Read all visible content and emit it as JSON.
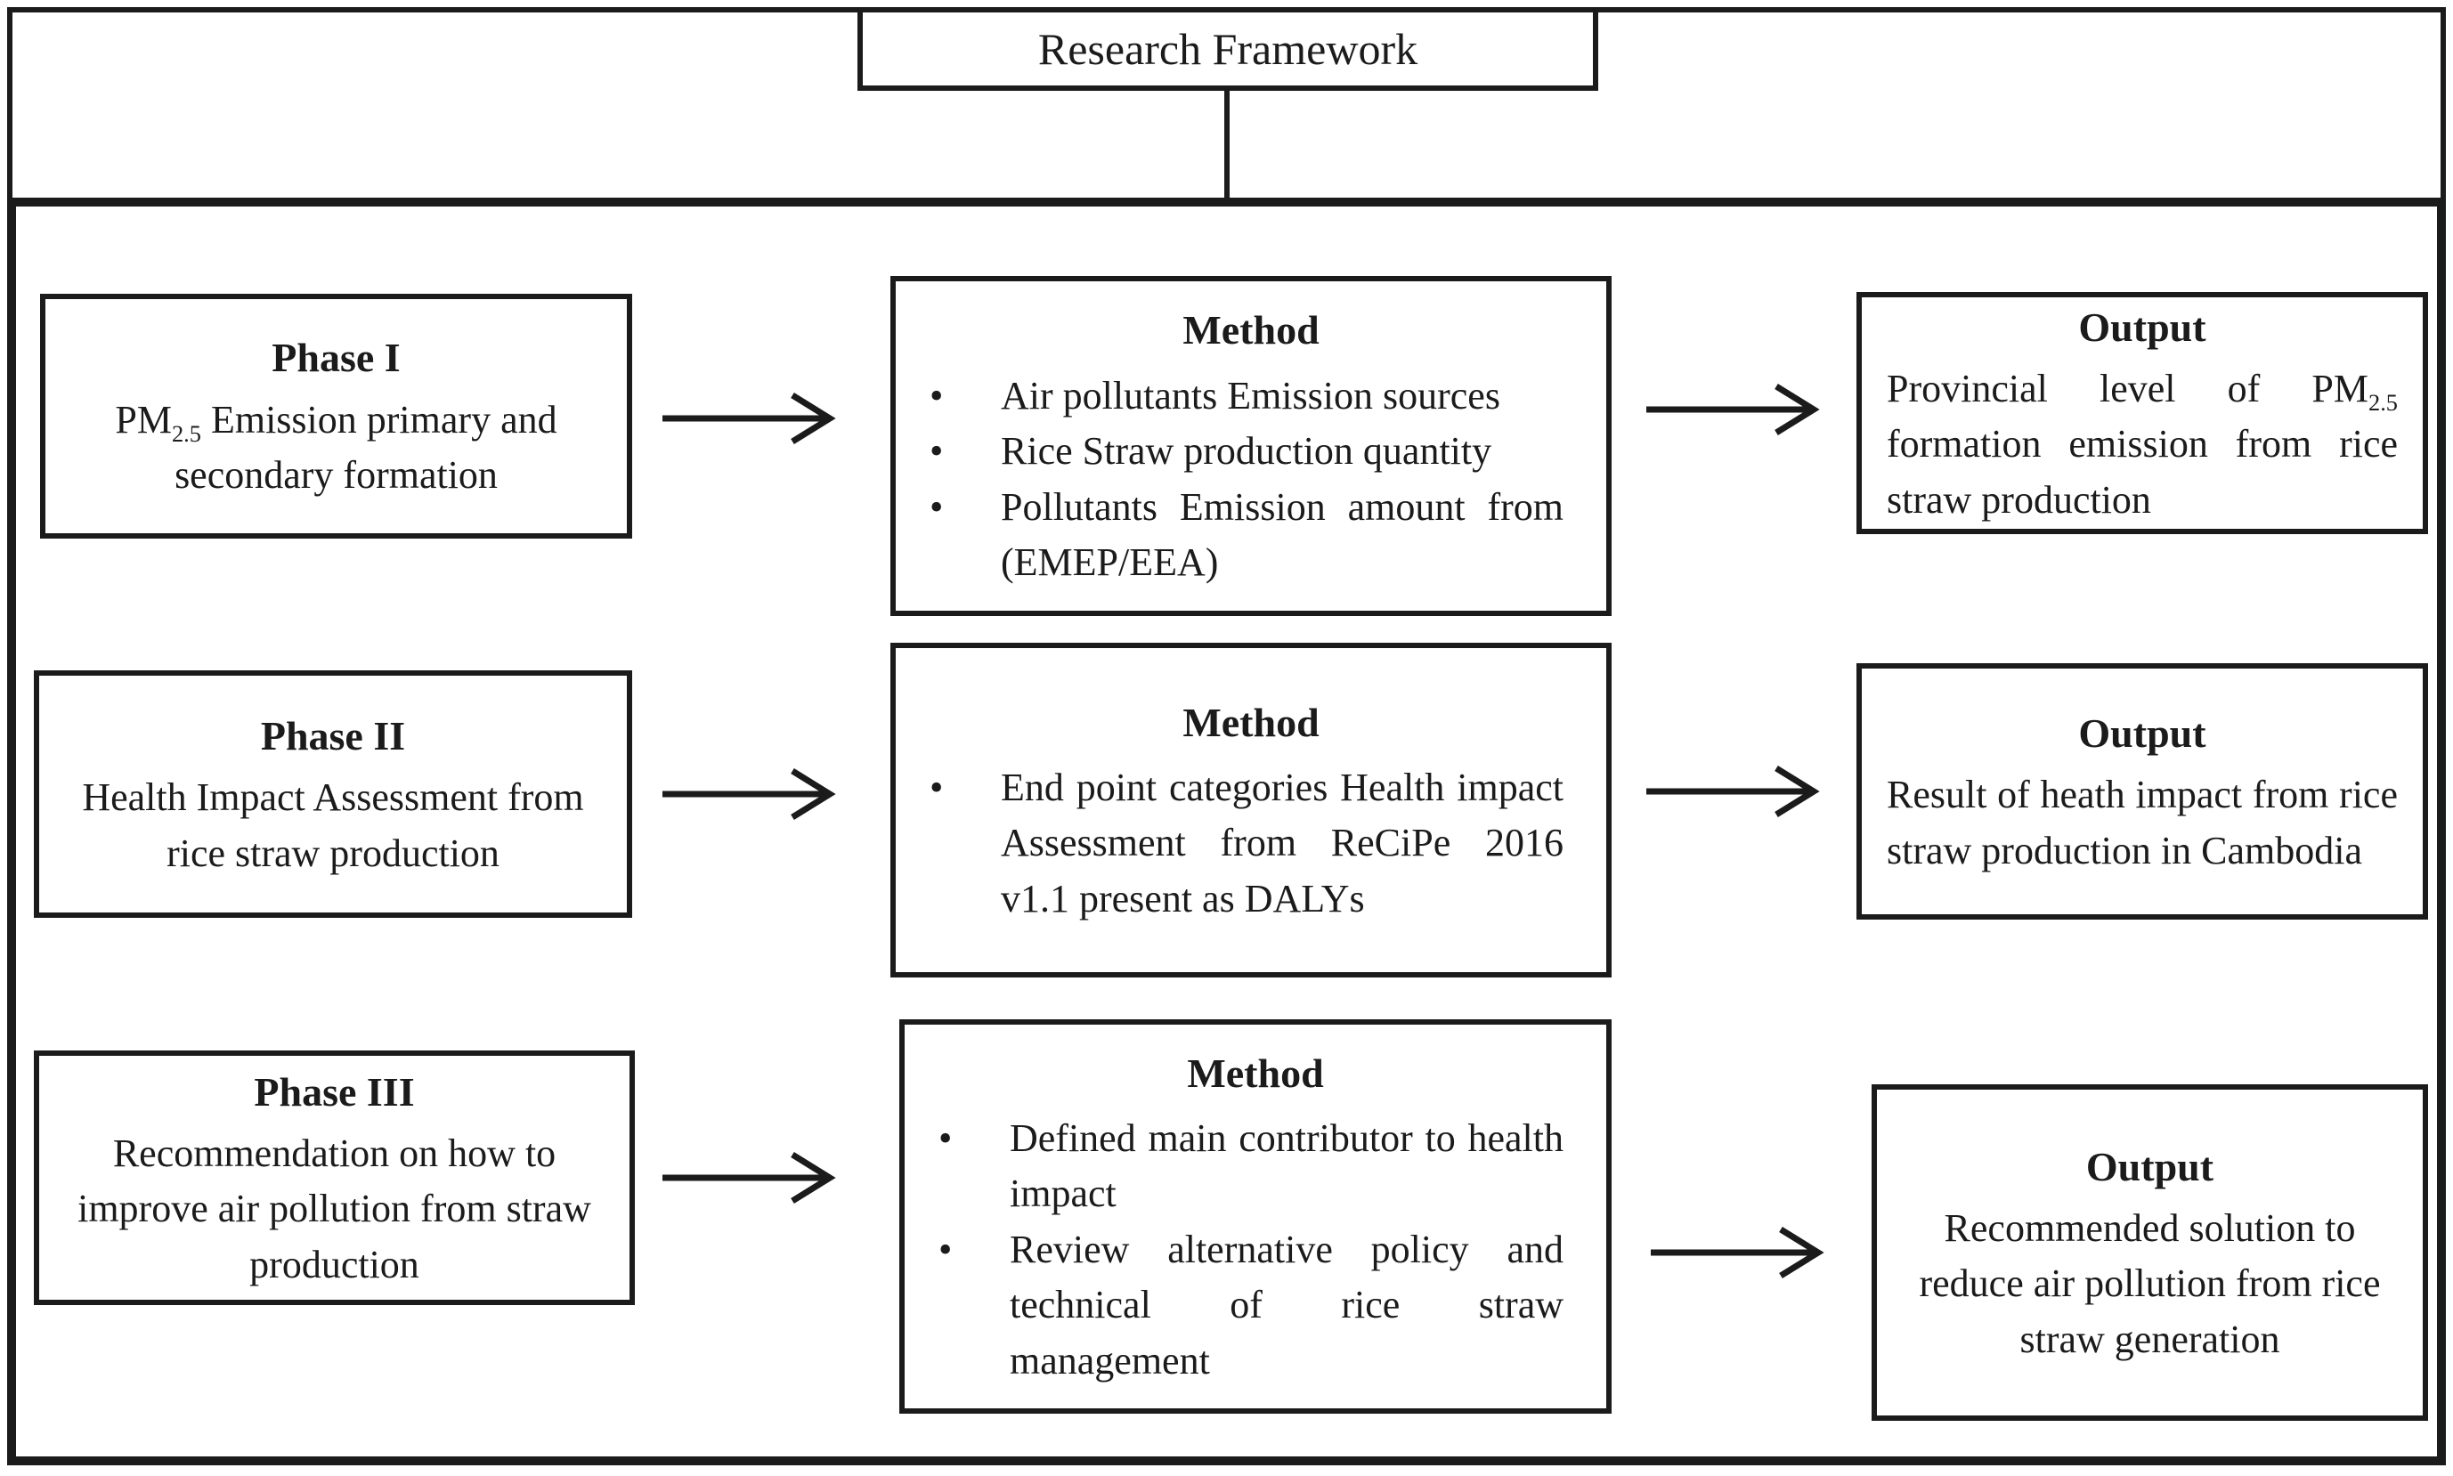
{
  "colors": {
    "ink": "#1b1b1b",
    "paper": "#ffffff"
  },
  "title_box": {
    "label": "Research Framework"
  },
  "rows": [
    {
      "phase": {
        "heading": "Phase I",
        "body_pre": "PM",
        "body_sub": "2.5",
        "body_post": " Emission primary and secondary formation"
      },
      "method": {
        "heading": "Method",
        "bullets": [
          "Air pollutants Emission sources",
          "Rice Straw production quantity",
          "Pollutants Emission amount from (EMEP/EEA)"
        ]
      },
      "output": {
        "heading": "Output",
        "body_pre": "Provincial level of PM",
        "body_sub": "2.5",
        "body_post": " formation emission from rice straw production"
      }
    },
    {
      "phase": {
        "heading": "Phase II",
        "body": "Health Impact Assessment from rice straw production"
      },
      "method": {
        "heading": "Method",
        "bullets": [
          "End point categories Health impact Assessment from ReCiPe 2016 v1.1 present as DALYs"
        ]
      },
      "output": {
        "heading": "Output",
        "body": "Result of heath impact from rice straw production in Cambodia"
      }
    },
    {
      "phase": {
        "heading": "Phase III",
        "body": "Recommendation on how to improve air pollution from straw production"
      },
      "method": {
        "heading": "Method",
        "bullets": [
          "Defined main contributor to health impact",
          "Review alternative policy and technical of rice straw management"
        ]
      },
      "output": {
        "heading": "Output",
        "body": "Recommended solution to reduce air pollution from rice straw generation"
      }
    }
  ]
}
